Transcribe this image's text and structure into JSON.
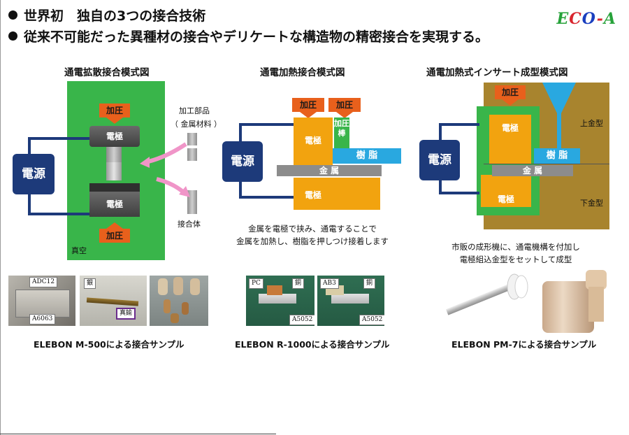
{
  "header": {
    "bullet1": "世界初　独自の3つの接合技術",
    "bullet2": "従来不可能だった異種材の接合やデリケートな構造物の精密接合を実現する。",
    "logo": [
      "E",
      "C",
      "O",
      "-",
      "A"
    ],
    "logo_colors": [
      "#27a23a",
      "#d8262f",
      "#1a3fbf",
      "#d8262f",
      "#27a23a"
    ]
  },
  "colors": {
    "green": "#39b54a",
    "navy": "#1d3a7a",
    "orange": "#f2a30f",
    "press_orange": "#e8601c",
    "metal_gray": "#8c8c8c",
    "resin_blue": "#29a8e0",
    "mold_brown": "#a8842e",
    "electrode_dark": "#4d4d4d"
  },
  "diagram1": {
    "title": "通電拡散接合模式図",
    "press_top": "加圧",
    "press_bottom": "加圧",
    "electrode_top": "電極",
    "electrode_bottom": "電極",
    "power": "電源",
    "vacuum": "真空",
    "parts_line1": "加工部品",
    "parts_line2": "（ 金属材料 ）",
    "joined": "接合体"
  },
  "diagram2": {
    "title": "通電加熱接合模式図",
    "press_left": "加圧",
    "press_right": "加圧",
    "press_rod_line1": "加圧",
    "press_rod_line2": "棒",
    "electrode_top": "電極",
    "electrode_bottom": "電極",
    "resin": "樹 脂",
    "metal": "金 属",
    "power": "電源",
    "desc_line1": "金属を電極で挟み、通電することで",
    "desc_line2": "金属を加熱し、樹脂を押しつけ接着します"
  },
  "diagram3": {
    "title": "通電加熱式インサート成型模式図",
    "press": "加圧",
    "electrode_top": "電極",
    "electrode_bottom": "電極",
    "resin": "樹 脂",
    "metal": "金 属",
    "power": "電源",
    "upper_mold": "上金型",
    "lower_mold": "下金型",
    "desc_line1": "市販の成形機に、通電機構を付加し",
    "desc_line2": "電極組込金型をセットして成型"
  },
  "samples": {
    "photo1_tag1": "ADC12",
    "photo1_tag2": "A6063",
    "photo2_tag1": "銀",
    "photo2_tag2": "真鍮",
    "photo4_tag1": "PC",
    "photo4_tag2": "銅",
    "photo4_tag3": "A5052",
    "photo5_tag1": "AB3",
    "photo5_tag2": "銅",
    "photo5_tag3": "A5052",
    "caption1": "ELEBON M-500による接合サンプル",
    "caption2": "ELEBON R-1000による接合サンプル",
    "caption3": "ELEBON PM-7による接合サンプル"
  }
}
